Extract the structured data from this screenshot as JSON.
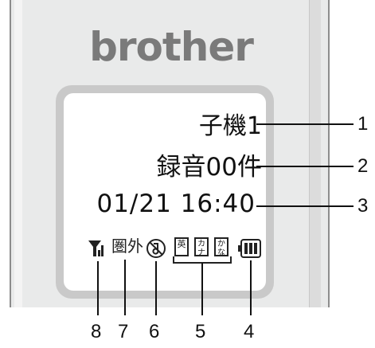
{
  "brand": {
    "logo": "brother"
  },
  "display": {
    "line1": "子機1",
    "line2": "録音00件",
    "line3": "01/21  16:40"
  },
  "status_icons": [
    {
      "icon": "signal-antenna-icon"
    },
    {
      "icon": "out-of-range-icon",
      "label": "圏外"
    },
    {
      "icon": "ringer-off-icon"
    },
    {
      "icon": "input-mode-icon",
      "modes": [
        "英",
        "カナ",
        "かな"
      ]
    },
    {
      "icon": "battery-icon"
    }
  ],
  "callouts": {
    "c1": "1",
    "c2": "2",
    "c3": "3",
    "c4": "4",
    "c5": "5",
    "c6": "6",
    "c7": "7",
    "c8": "8"
  },
  "colors": {
    "lcd_frame": "#c9c9c9",
    "handset_body": "#e9eaea",
    "logo": "#7a7a7a"
  }
}
